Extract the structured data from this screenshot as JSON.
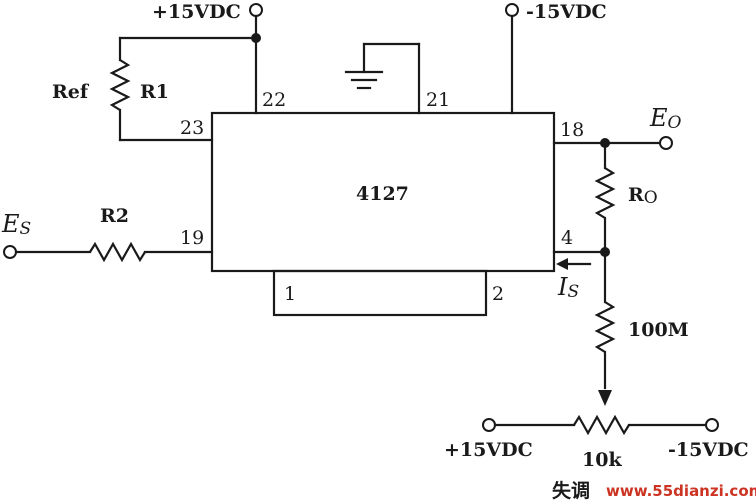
{
  "ic": {
    "part": "4127"
  },
  "pins": {
    "p22": "22",
    "p21": "21",
    "p23": "23",
    "p18": "18",
    "p19": "19",
    "p4": "4",
    "p1": "1",
    "p2": "2"
  },
  "supplies": {
    "top_pos": "+15VDC",
    "top_neg": "-15VDC",
    "bot_pos": "+15VDC",
    "bot_neg": "-15VDC"
  },
  "resistors": {
    "ref": "Ref",
    "r1": "R1",
    "r2": "R2",
    "ro": "R",
    "ro_sub": "O",
    "r100m": "100M",
    "pot": "10k"
  },
  "signals": {
    "eo": "E",
    "eo_sub": "O",
    "es": "E",
    "es_sub": "S",
    "is": "I",
    "is_sub": "S"
  },
  "caption": "失调",
  "watermark": "www.55dianzi.com"
}
